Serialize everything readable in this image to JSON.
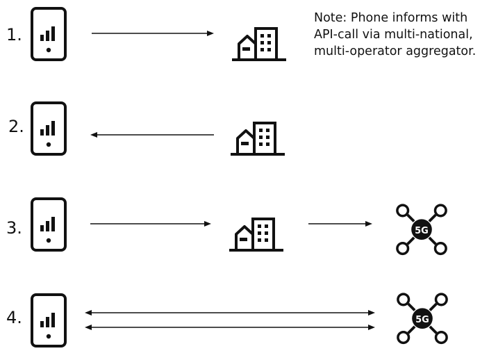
{
  "note": {
    "lines": [
      "Note: Phone informs with",
      "API-call via multi-national,",
      "multi-operator aggregator."
    ]
  },
  "steps": [
    {
      "label": "1."
    },
    {
      "label": "2."
    },
    {
      "label": "3."
    },
    {
      "label": "4."
    }
  ],
  "network_badge": {
    "label": "5G"
  },
  "colors": {
    "ink": "#111111",
    "background": "#ffffff"
  },
  "icons": {
    "phone": "mobile-phone-icon",
    "building": "office-building-icon",
    "network": "5g-network-node-icon",
    "arrow": "arrow-right-icon"
  }
}
